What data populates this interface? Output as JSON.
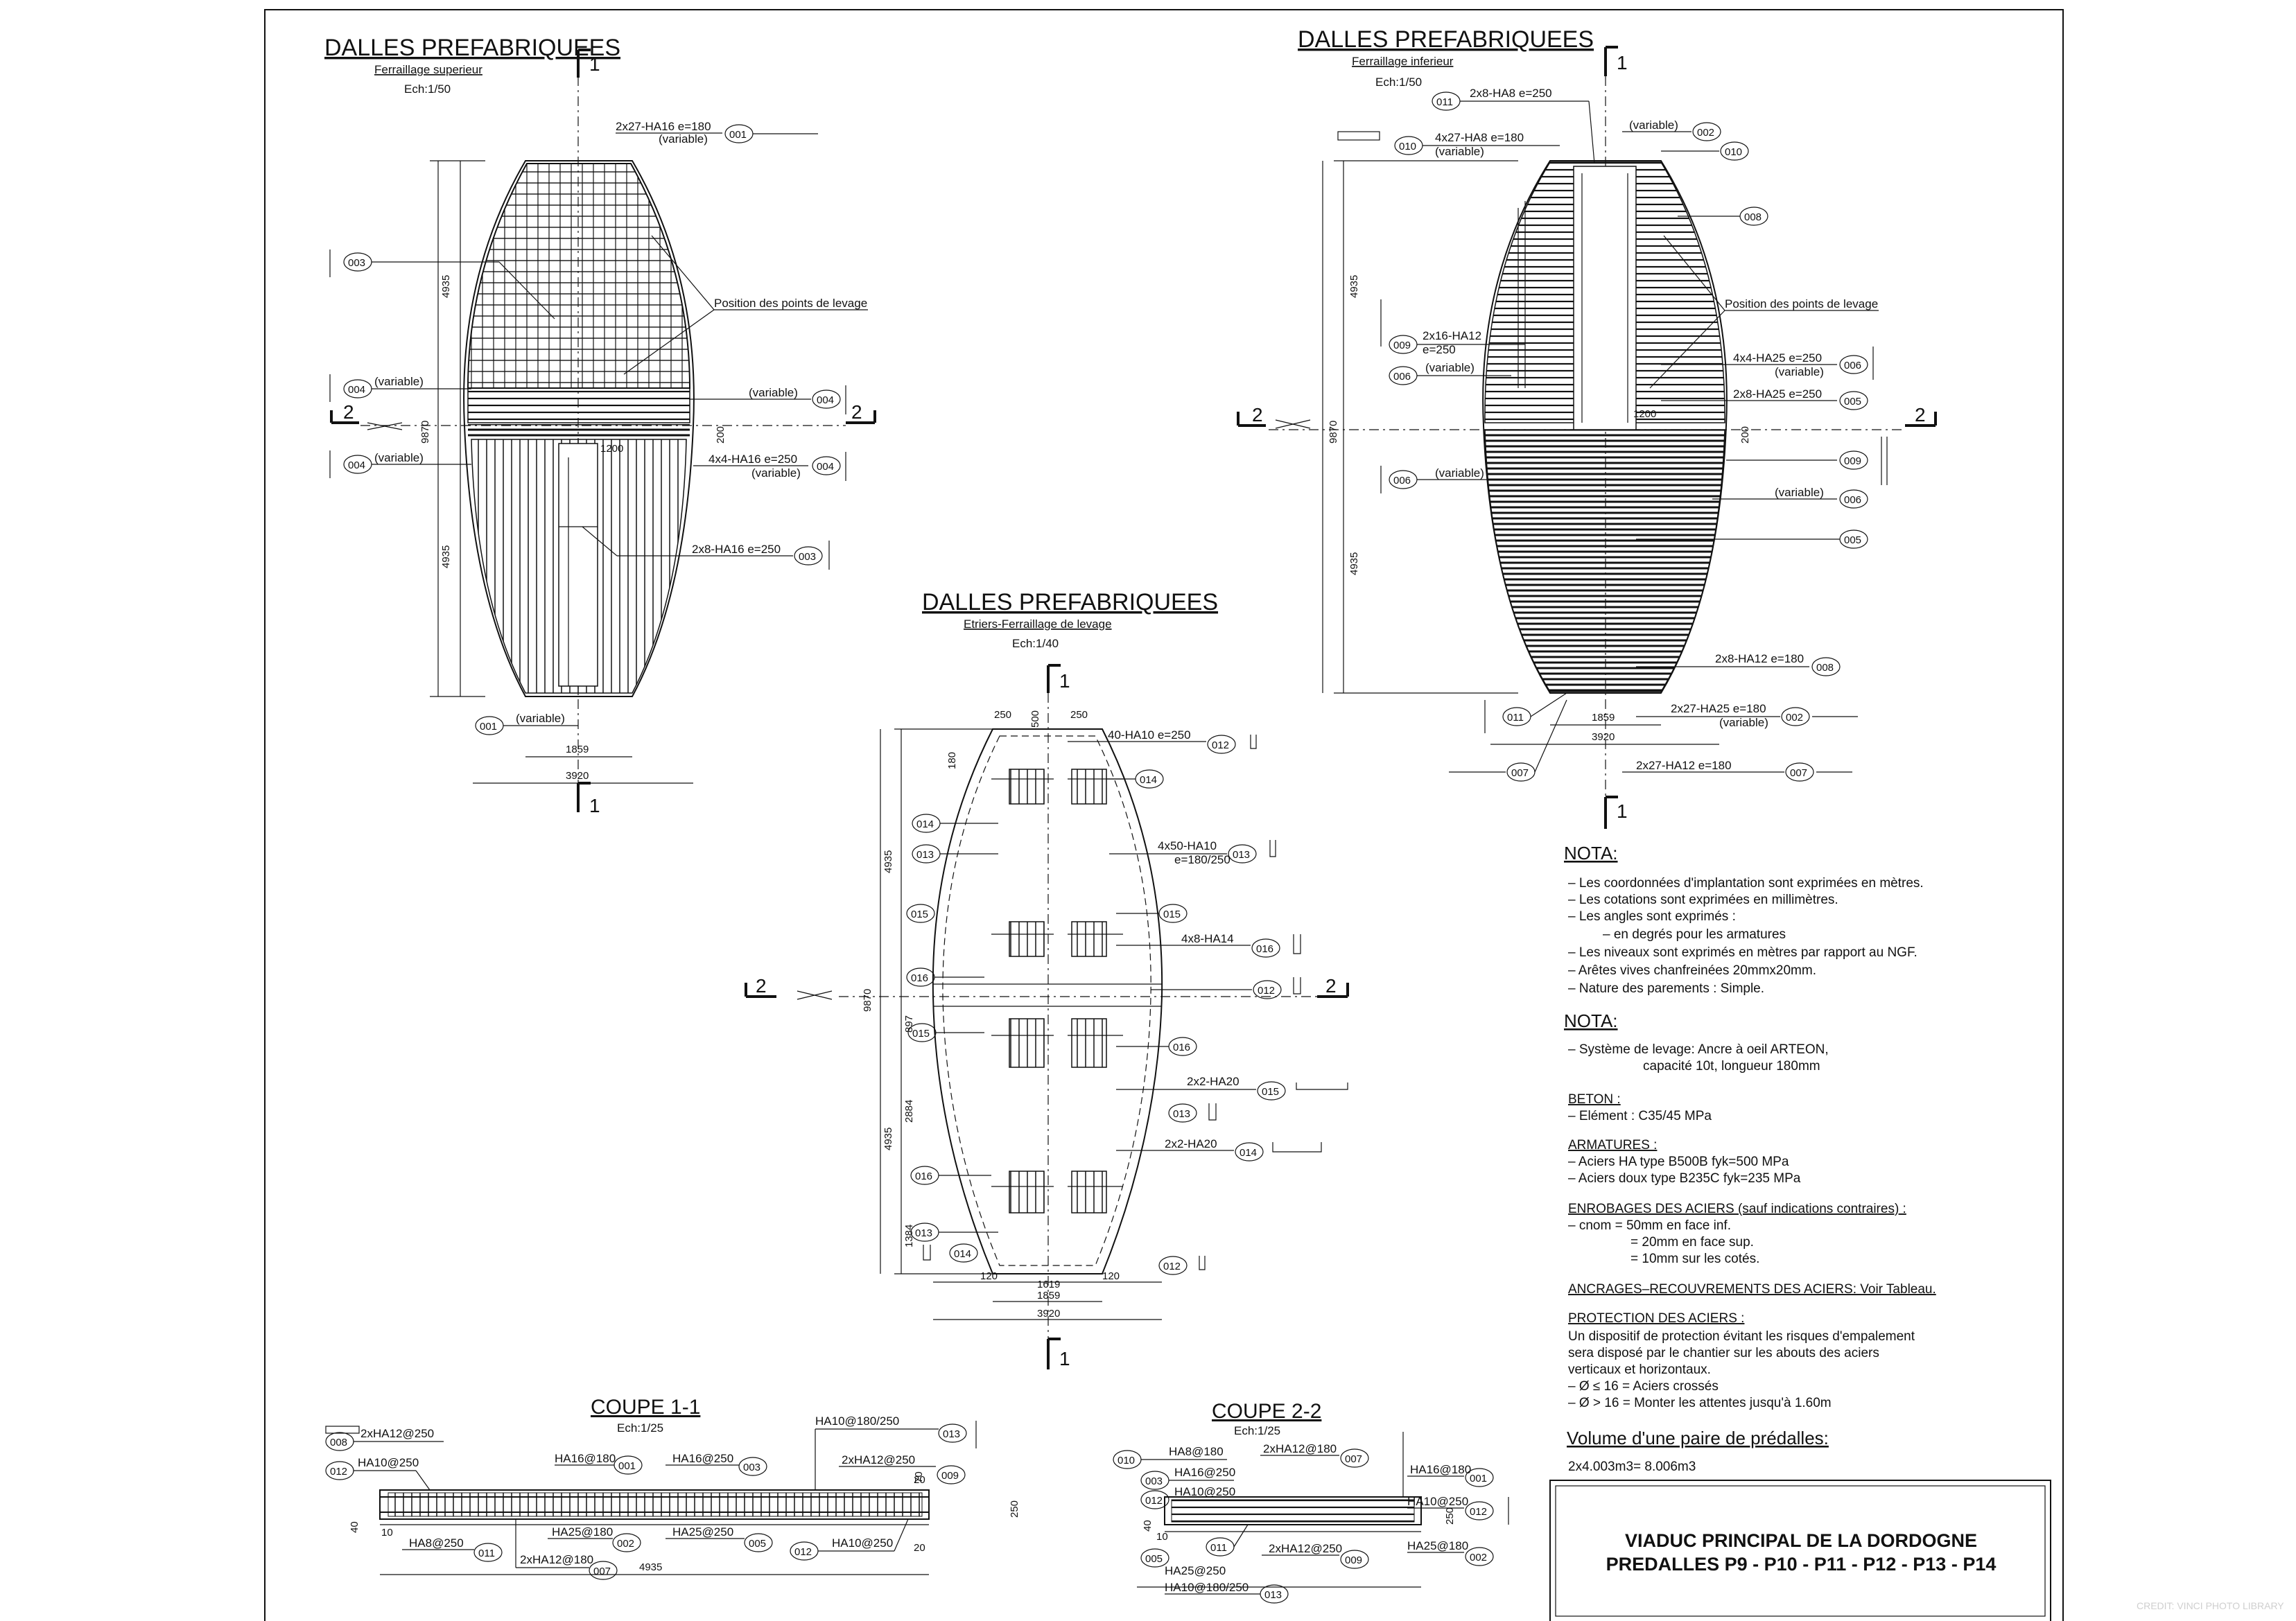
{
  "top_left_view": {
    "title": "DALLES PREFABRIQUEES",
    "subtitle": "Ferraillage superieur",
    "scale": "Ech:1/50",
    "section_1": "1",
    "section_2": "2",
    "callouts": [
      {
        "tag": "001",
        "text": "2x27-HA16 e=180",
        "text2": "(variable)"
      },
      {
        "tag": "003",
        "text": ""
      },
      {
        "tag": "004",
        "text": "(variable)"
      },
      {
        "tag": "004",
        "text": "(variable)"
      },
      {
        "tag": "004",
        "text": "(variable)"
      },
      {
        "tag": "004",
        "text": "4x4-HA16 e=250",
        "text2": "(variable)"
      },
      {
        "tag": "003",
        "text": "2x8-HA16 e=250"
      },
      {
        "tag": "001",
        "text": "(variable)"
      }
    ],
    "lifting_points": "Position des points de levage",
    "dims": {
      "half_height": "4935",
      "total_height": "9870",
      "middle": "1200",
      "gap": "200",
      "bottom_width": "1859",
      "total_width": "3920"
    }
  },
  "top_right_view": {
    "title": "DALLES PREFABRIQUEES",
    "subtitle": "Ferraillage inferieur",
    "scale": "Ech:1/50",
    "section_1": "1",
    "section_2": "2",
    "callouts": [
      {
        "tag": "011",
        "text": "2x8-HA8 e=250"
      },
      {
        "tag": "010",
        "text": "4x27-HA8 e=180",
        "text2": "(variable)"
      },
      {
        "tag": "002",
        "text": "(variable)"
      },
      {
        "tag": "010",
        "text": ""
      },
      {
        "tag": "008",
        "text": ""
      },
      {
        "tag": "009",
        "text": "2x16-HA12",
        "text2": "e=250"
      },
      {
        "tag": "006",
        "text": "(variable)"
      },
      {
        "tag": "006",
        "text": "4x4-HA25 e=250",
        "text2": "(variable)"
      },
      {
        "tag": "005",
        "text": "2x8-HA25 e=250"
      },
      {
        "tag": "009",
        "text": ""
      },
      {
        "tag": "006",
        "text": "(variable)"
      },
      {
        "tag": "006",
        "text": "(variable)"
      },
      {
        "tag": "005",
        "text": ""
      },
      {
        "tag": "008",
        "text": "2x8-HA12 e=180"
      },
      {
        "tag": "011",
        "text": ""
      },
      {
        "tag": "002",
        "text": "2x27-HA25 e=180",
        "text2": "(variable)"
      },
      {
        "tag": "007",
        "text": ""
      },
      {
        "tag": "007",
        "text": "2x27-HA12 e=180"
      }
    ],
    "lifting_points": "Position des points de levage",
    "dims": {
      "half_height": "4935",
      "total_height": "9870",
      "middle": "1200",
      "gap": "200",
      "bottom_width": "1859",
      "total_width": "3920"
    }
  },
  "center_view": {
    "title": "DALLES PREFABRIQUEES",
    "subtitle": "Etriers-Ferraillage de levage",
    "scale": "Ech:1/40",
    "section_1": "1",
    "section_2": "2",
    "callouts": [
      {
        "tag": "012",
        "text": "40-HA10 e=250"
      },
      {
        "tag": "014",
        "text": ""
      },
      {
        "tag": "014",
        "text": ""
      },
      {
        "tag": "013",
        "text": ""
      },
      {
        "tag": "013",
        "text": "4x50-HA10",
        "text2": "e=180/250"
      },
      {
        "tag": "015",
        "text": ""
      },
      {
        "tag": "015",
        "text": ""
      },
      {
        "tag": "016",
        "text": "4x8-HA14"
      },
      {
        "tag": "016",
        "text": ""
      },
      {
        "tag": "012",
        "text": ""
      },
      {
        "tag": "015",
        "text": ""
      },
      {
        "tag": "016",
        "text": ""
      },
      {
        "tag": "015",
        "text": "2x2-HA20"
      },
      {
        "tag": "013",
        "text": ""
      },
      {
        "tag": "014",
        "text": "2x2-HA20"
      },
      {
        "tag": "016",
        "text": ""
      },
      {
        "tag": "013",
        "text": ""
      },
      {
        "tag": "014",
        "text": ""
      },
      {
        "tag": "012",
        "text": ""
      }
    ],
    "dims": {
      "top_left": "250",
      "top_mid": "500",
      "top_right": "250",
      "left_top": "180",
      "half": "4935",
      "total": "9870",
      "d897": "897",
      "d2884": "2884",
      "half2": "4935",
      "d1384": "1384",
      "b120l": "120",
      "b1619": "1619",
      "b120r": "120",
      "b1859": "1859",
      "b3920": "3920"
    }
  },
  "coupe_1": {
    "title": "COUPE 1-1",
    "scale": "Ech:1/25",
    "labels": [
      {
        "tag": "008",
        "text": "2xHA12@250"
      },
      {
        "tag": "012",
        "text": "HA10@250"
      },
      {
        "tag": "001",
        "text": "HA16@180"
      },
      {
        "tag": "003",
        "text": "HA16@250"
      },
      {
        "tag": "013",
        "text": "HA10@180/250"
      },
      {
        "tag": "009",
        "text": "2xHA12@250"
      },
      {
        "tag": "002",
        "text": "HA25@180"
      },
      {
        "tag": "005",
        "text": "HA25@250"
      },
      {
        "tag": "011",
        "text": "HA8@250"
      },
      {
        "tag": "007",
        "text": "2xHA12@180"
      },
      {
        "tag": "012",
        "text": "HA10@250"
      }
    ],
    "dims": {
      "d40": "40",
      "d10": "10",
      "d20a": "20",
      "d20b": "20",
      "d70": "70",
      "d250": "250",
      "d4935": "4935"
    }
  },
  "coupe_2": {
    "title": "COUPE 2-2",
    "scale": "Ech:1/25",
    "labels": [
      {
        "tag": "010",
        "text": "HA8@180"
      },
      {
        "tag": "003",
        "text": "HA16@250"
      },
      {
        "tag": "012",
        "text": "HA10@250"
      },
      {
        "tag": "007",
        "text": "2xHA12@180"
      },
      {
        "tag": "001",
        "text": "HA16@180"
      },
      {
        "tag": "012",
        "text": "HA10@250"
      },
      {
        "tag": "002",
        "text": "HA25@180"
      },
      {
        "tag": "011",
        "text": ""
      },
      {
        "tag": "005",
        "text": "HA25@250"
      },
      {
        "tag": "009",
        "text": "2xHA12@250"
      },
      {
        "tag": "013",
        "text": "HA10@180/250"
      }
    ],
    "dims": {
      "d40": "40",
      "d10": "10",
      "d250": "250"
    }
  },
  "notes": {
    "nota1_title": "NOTA:",
    "nota1": [
      "– Les coordonnées d'implantation sont exprimées en mètres.",
      "– Les cotations sont exprimées en millimètres.",
      "– Les angles sont exprimés :",
      "– en degrés pour les armatures",
      "– Les niveaux sont exprimés en mètres par rapport au NGF.",
      "– Arêtes vives chanfreinées 20mmx20mm.",
      "– Nature des parements : Simple."
    ],
    "nota2_title": "NOTA:",
    "nota2": [
      "– Système de levage: Ancre à oeil ARTEON,",
      "capacité 10t, longueur 180mm"
    ],
    "beton_title": "BETON :",
    "beton": [
      "– Elément : C35/45 MPa"
    ],
    "armatures_title": "ARMATURES :",
    "armatures": [
      "– Aciers HA type B500B fyk=500 MPa",
      "– Aciers doux type B235C fyk=235 MPa"
    ],
    "enrobages_title": "ENROBAGES DES ACIERS (sauf indications contraires) :",
    "enrobages": [
      "– cnom = 50mm en face inf.",
      "= 20mm en face sup.",
      "= 10mm sur les cotés."
    ],
    "ancrages": "ANCRAGES–RECOUVREMENTS DES ACIERS: Voir Tableau.",
    "protection_title": "PROTECTION DES ACIERS :",
    "protection": [
      "Un dispositif de protection évitant les risques d'empalement",
      "sera disposé par le chantier sur les abouts des aciers",
      "verticaux et horizontaux.",
      "– Ø ≤ 16 = Aciers crossés",
      "– Ø > 16 = Monter les attentes jusqu'à 1.60m"
    ],
    "volume_title": "Volume d'une paire de prédalles:",
    "volume_value": "2x4.003m3= 8.006m3"
  },
  "title_block": {
    "line1": "VIADUC PRINCIPAL DE LA DORDOGNE",
    "line2": "PREDALLES P9 - P10 -  P11 -  P12 - P13 - P14"
  },
  "credit": "CREDIT: VINCI PHOTO LIBRARY"
}
